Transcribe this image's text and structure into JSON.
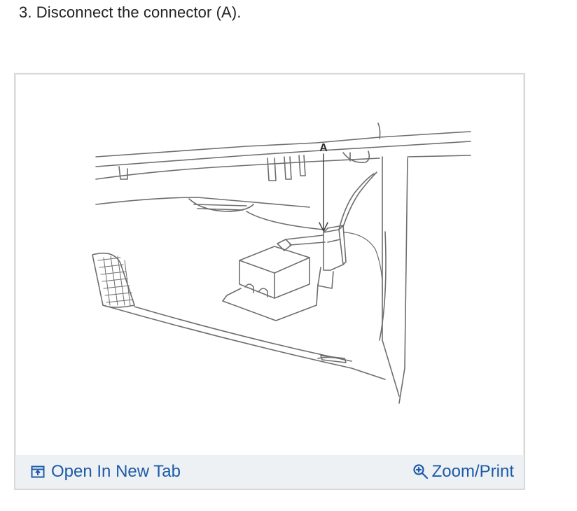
{
  "step": {
    "text": "3. Disconnect the connector (A)."
  },
  "figure": {
    "callout_label": "A",
    "icons": {
      "open_tab": "open-new-tab-icon",
      "zoom": "zoom-in-icon"
    }
  },
  "toolbar": {
    "open_tab_label": "Open In New Tab",
    "zoom_label": "Zoom/Print"
  },
  "colors": {
    "link": "#1c5aa8",
    "toolbar_bg": "#eef1f4",
    "frame_border": "#d8d8d8",
    "line_art": "#6e6e6e"
  }
}
